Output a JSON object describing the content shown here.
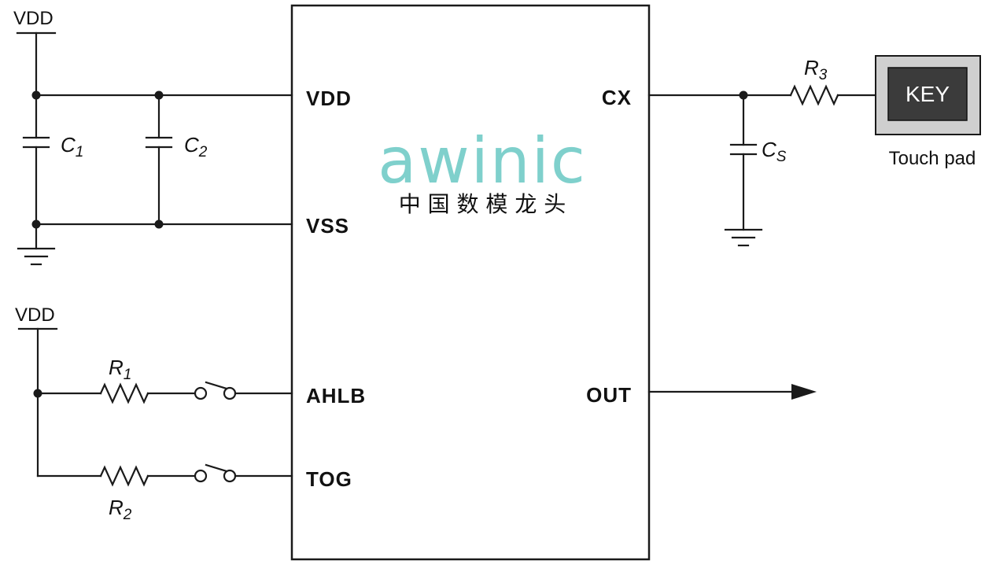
{
  "supply": {
    "top_label": "VDD",
    "bottom_label": "VDD"
  },
  "capacitors": [
    {
      "name": "C",
      "sub": "1"
    },
    {
      "name": "C",
      "sub": "2"
    },
    {
      "name": "C",
      "sub": "S"
    }
  ],
  "resistors": [
    {
      "name": "R",
      "sub": "1"
    },
    {
      "name": "R",
      "sub": "2"
    },
    {
      "name": "R",
      "sub": "3"
    }
  ],
  "chip": {
    "pins_left": [
      "VDD",
      "VSS",
      "AHLB",
      "TOG"
    ],
    "pins_right": [
      "CX",
      "OUT"
    ]
  },
  "logo": {
    "brand": "awinic",
    "slogan": "中 国 数 模 龙 头"
  },
  "touch_pad": {
    "key_label": "KEY",
    "caption": "Touch pad"
  }
}
